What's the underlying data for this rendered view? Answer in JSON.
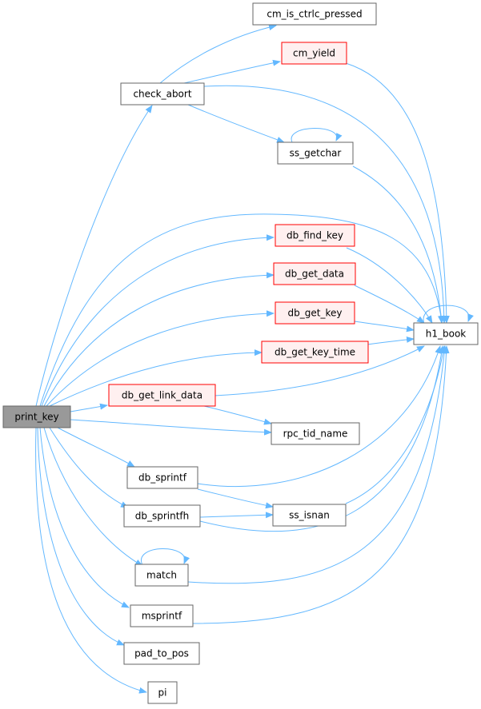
{
  "colors": {
    "edge": "#63b8ff",
    "focus_fill": "#999999",
    "focus_stroke": "#666666",
    "default_fill": "#ffffff",
    "default_stroke": "#666666",
    "truncated_fill": "#fff0f0",
    "truncated_stroke": "#ff0000"
  },
  "nodes": {
    "print_key": {
      "label": "print_key",
      "style": "focus"
    },
    "check_abort": {
      "label": "check_abort",
      "style": "default"
    },
    "cm_is_ctrlc_pressed": {
      "label": "cm_is_ctrlc_pressed",
      "style": "default"
    },
    "cm_yield": {
      "label": "cm_yield",
      "style": "truncated"
    },
    "ss_getchar": {
      "label": "ss_getchar",
      "style": "default"
    },
    "db_find_key": {
      "label": "db_find_key",
      "style": "truncated"
    },
    "db_get_data": {
      "label": "db_get_data",
      "style": "truncated"
    },
    "db_get_key": {
      "label": "db_get_key",
      "style": "truncated"
    },
    "db_get_key_time": {
      "label": "db_get_key_time",
      "style": "truncated"
    },
    "db_get_link_data": {
      "label": "db_get_link_data",
      "style": "truncated"
    },
    "h1_book": {
      "label": "h1_book",
      "style": "default"
    },
    "rpc_tid_name": {
      "label": "rpc_tid_name",
      "style": "default"
    },
    "db_sprintf": {
      "label": "db_sprintf",
      "style": "default"
    },
    "db_sprintfh": {
      "label": "db_sprintfh",
      "style": "default"
    },
    "ss_isnan": {
      "label": "ss_isnan",
      "style": "default"
    },
    "match": {
      "label": "match",
      "style": "default"
    },
    "msprintf": {
      "label": "msprintf",
      "style": "default"
    },
    "pad_to_pos": {
      "label": "pad_to_pos",
      "style": "default"
    },
    "pi": {
      "label": "pi",
      "style": "default"
    }
  },
  "edges": [
    [
      "print_key",
      "check_abort"
    ],
    [
      "print_key",
      "h1_book"
    ],
    [
      "print_key",
      "db_find_key"
    ],
    [
      "print_key",
      "db_get_data"
    ],
    [
      "print_key",
      "db_get_key"
    ],
    [
      "print_key",
      "db_get_key_time"
    ],
    [
      "print_key",
      "db_get_link_data"
    ],
    [
      "print_key",
      "rpc_tid_name"
    ],
    [
      "print_key",
      "db_sprintf"
    ],
    [
      "print_key",
      "db_sprintfh"
    ],
    [
      "print_key",
      "match"
    ],
    [
      "print_key",
      "msprintf"
    ],
    [
      "print_key",
      "pad_to_pos"
    ],
    [
      "print_key",
      "pi"
    ],
    [
      "check_abort",
      "cm_is_ctrlc_pressed"
    ],
    [
      "check_abort",
      "cm_yield"
    ],
    [
      "check_abort",
      "h1_book"
    ],
    [
      "check_abort",
      "ss_getchar"
    ],
    [
      "cm_yield",
      "h1_book"
    ],
    [
      "ss_getchar",
      "ss_getchar"
    ],
    [
      "ss_getchar",
      "h1_book"
    ],
    [
      "db_find_key",
      "h1_book"
    ],
    [
      "db_get_data",
      "h1_book"
    ],
    [
      "db_get_key",
      "h1_book"
    ],
    [
      "db_get_key_time",
      "h1_book"
    ],
    [
      "db_get_link_data",
      "h1_book"
    ],
    [
      "db_get_link_data",
      "rpc_tid_name"
    ],
    [
      "h1_book",
      "h1_book"
    ],
    [
      "db_sprintf",
      "h1_book"
    ],
    [
      "db_sprintf",
      "ss_isnan"
    ],
    [
      "db_sprintfh",
      "h1_book"
    ],
    [
      "db_sprintfh",
      "ss_isnan"
    ],
    [
      "ss_isnan",
      "h1_book"
    ],
    [
      "match",
      "match"
    ],
    [
      "match",
      "h1_book"
    ],
    [
      "msprintf",
      "h1_book"
    ]
  ]
}
